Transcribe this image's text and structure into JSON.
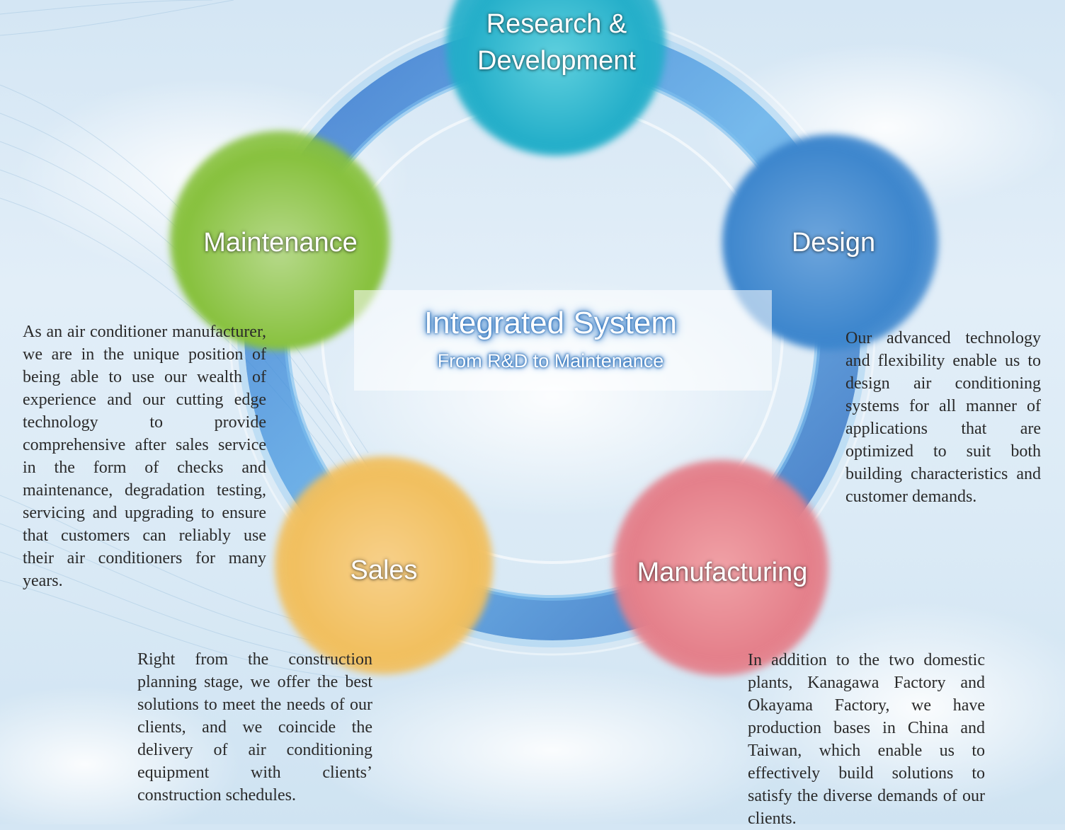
{
  "diagram": {
    "center": {
      "title": "Integrated System",
      "subtitle": "From R&D to Maintenance"
    },
    "stages": [
      {
        "id": "rd",
        "label_line1": "Research &",
        "label_line2": "Development",
        "color": "#2cb5cf"
      },
      {
        "id": "design",
        "label": "Design",
        "color": "#3e86cd"
      },
      {
        "id": "manufacturing",
        "label": "Manufacturing",
        "color": "#e98a92"
      },
      {
        "id": "sales",
        "label": "Sales",
        "color": "#f1bf5e"
      },
      {
        "id": "maintenance",
        "label": "Maintenance",
        "color": "#8cc43f"
      }
    ]
  },
  "descriptions": {
    "maintenance": "As an air conditioner manufacturer, we are in the unique position of being able to use our wealth of experience and our cutting edge technology to provide comprehensive after sales service in the form of checks and maintenance, degradation testing, servicing and upgrading to ensure that customers can reliably use their air conditioners for many years.",
    "design": "Our advanced technology and flexibility enable us to design air conditioning systems for all manner of applications that are optimized to suit both building characteristics and customer demands.",
    "sales": "Right from the construction planning stage, we offer the best solutions to meet the needs of our clients, and we coincide the delivery of air conditioning equipment with clients’ construction schedules.",
    "manufacturing": "In addition to the two domestic plants, Kanagawa Factory and Okayama Factory, we have production bases in China and Taiwan, which enable us to effectively build solutions to satisfy the diverse demands of our clients."
  }
}
